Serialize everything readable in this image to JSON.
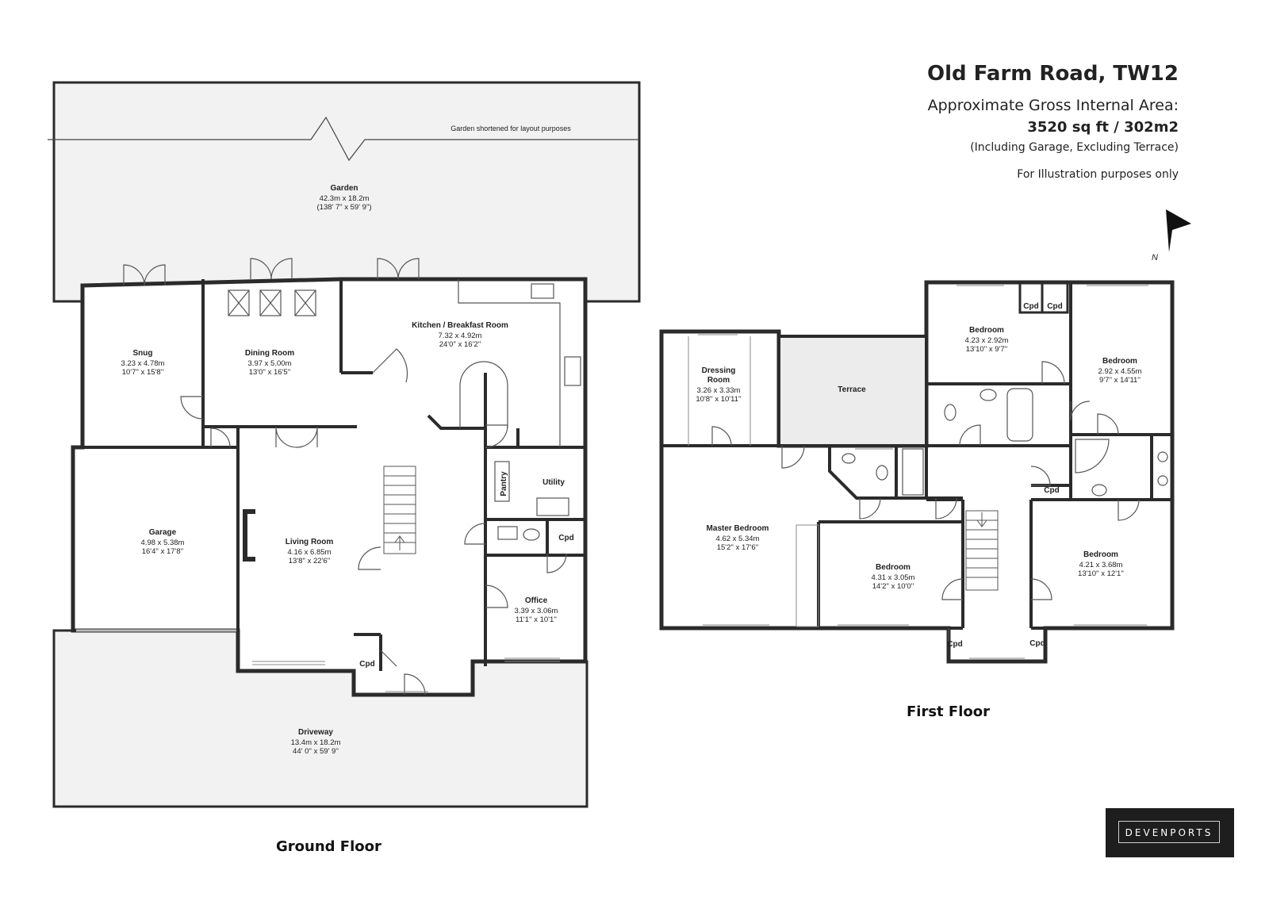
{
  "header": {
    "title": "Old Farm Road, TW12",
    "area_label": "Approximate Gross Internal Area:",
    "area_value": "3520 sq ft / 302m2",
    "area_note": "(Including Garage, Excluding Terrace)",
    "illustration_note": "For Illustration purposes only"
  },
  "compass": {
    "label": "N"
  },
  "colors": {
    "wall": "#2b2b2b",
    "outdoor_fill": "#f2f2f2",
    "terrace_fill": "#ececec",
    "logo_bg": "#1e1e1e"
  },
  "ground_floor": {
    "label": "Ground Floor",
    "garden_note": "Garden shortened for layout purposes",
    "rooms": {
      "garden": {
        "name": "Garden",
        "metric": "42.3m x 18.2m",
        "imperial": "(138' 7\" x 59' 9\")"
      },
      "snug": {
        "name": "Snug",
        "metric": "3.23 x 4.78m",
        "imperial": "10'7'' x 15'8''"
      },
      "dining": {
        "name": "Dining Room",
        "metric": "3.97 x 5.00m",
        "imperial": "13'0'' x 16'5''"
      },
      "kitchen": {
        "name": "Kitchen / Breakfast Room",
        "metric": "7.32 x 4.92m",
        "imperial": "24'0'' x 16'2''"
      },
      "garage": {
        "name": "Garage",
        "metric": "4.98 x 5.38m",
        "imperial": "16'4'' x 17'8''"
      },
      "living": {
        "name": "Living Room",
        "metric": "4.16 x 6.85m",
        "imperial": "13'8'' x 22'6''"
      },
      "office": {
        "name": "Office",
        "metric": "3.39 x 3.06m",
        "imperial": "11'1'' x 10'1''"
      },
      "driveway": {
        "name": "Driveway",
        "metric": "13.4m x 18.2m",
        "imperial": "44' 0'' x 59' 9''"
      },
      "pantry": "Pantry",
      "utility": "Utility",
      "cpd": "Cpd"
    }
  },
  "first_floor": {
    "label": "First Floor",
    "rooms": {
      "dressing_line1": "Dressing",
      "dressing_line2": "Room",
      "dressing": {
        "metric": "3.26 x 3.33m",
        "imperial": "10'8'' x 10'11''"
      },
      "terrace": "Terrace",
      "bedroom_top": {
        "name": "Bedroom",
        "metric": "4.23 x 2.92m",
        "imperial": "13'10'' x 9'7''"
      },
      "bedroom_right": {
        "name": "Bedroom",
        "metric": "2.92 x 4.55m",
        "imperial": "9'7'' x 14'11''"
      },
      "master": {
        "name": "Master Bedroom",
        "metric": "4.62 x 5.34m",
        "imperial": "15'2'' x 17'6''"
      },
      "bedroom_middle": {
        "name": "Bedroom",
        "metric": "4.31 x 3.05m",
        "imperial": "14'2'' x 10'0''"
      },
      "bedroom_lower_right": {
        "name": "Bedroom",
        "metric": "4.21 x 3.68m",
        "imperial": "13'10'' x 12'1''"
      },
      "cpd": "Cpd"
    }
  },
  "brand": {
    "logo_text": "DEVENPORTS"
  }
}
